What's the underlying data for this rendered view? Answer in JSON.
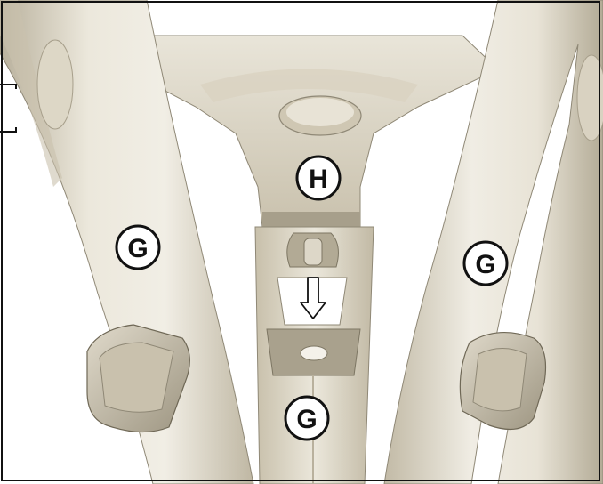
{
  "illustration": {
    "callouts": [
      {
        "id": "left-leg",
        "label": "G"
      },
      {
        "id": "right-leg",
        "label": "G"
      },
      {
        "id": "center-post",
        "label": "G"
      },
      {
        "id": "top-hub",
        "label": "H"
      }
    ],
    "colors": {
      "frame": "#111111",
      "part_light": "#e7e2d3",
      "part_mid": "#cfc7b3",
      "part_dark": "#a79f8b",
      "shadow": "#8f8876",
      "callout_fill": "#ffffff",
      "callout_stroke": "#111111"
    },
    "arrow": {
      "direction": "down",
      "icon": "arrow-down-icon"
    }
  }
}
